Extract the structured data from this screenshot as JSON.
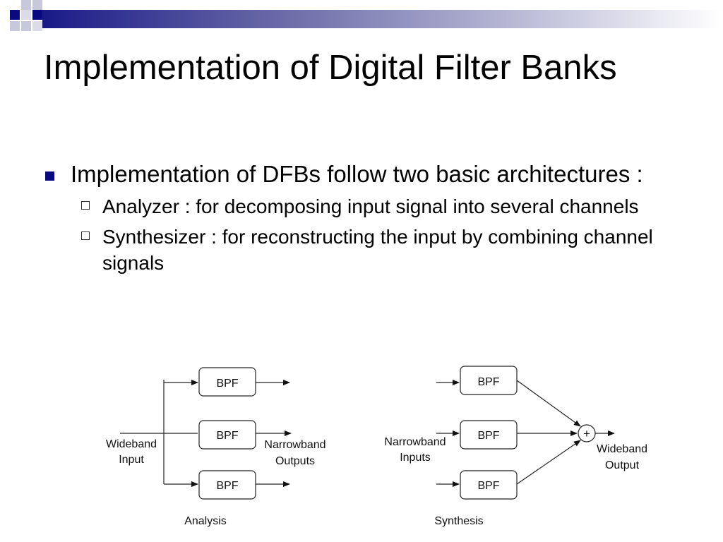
{
  "slide": {
    "title": "Implementation of Digital Filter Banks",
    "bullet": "Implementation of DFBs follow two basic architectures :",
    "sub_bullets": [
      "Analyzer : for decomposing input signal into several channels",
      "Synthesizer : for reconstructing the input by combining channel signals"
    ]
  },
  "diagram": {
    "analysis": {
      "blocks": [
        "BPF",
        "BPF",
        "BPF"
      ],
      "input_label": [
        "Wideband",
        "Input"
      ],
      "output_label": [
        "Narrowband",
        "Outputs"
      ],
      "caption": "Analysis"
    },
    "synthesis": {
      "blocks": [
        "BPF",
        "BPF",
        "BPF"
      ],
      "input_label": [
        "Narrowband",
        "Inputs"
      ],
      "output_label": [
        "Wideband",
        "Output"
      ],
      "adder_symbol": "+",
      "caption": "Synthesis"
    }
  },
  "colors": {
    "accent": "#0a0a80",
    "band_light": "#c8c8dc"
  }
}
